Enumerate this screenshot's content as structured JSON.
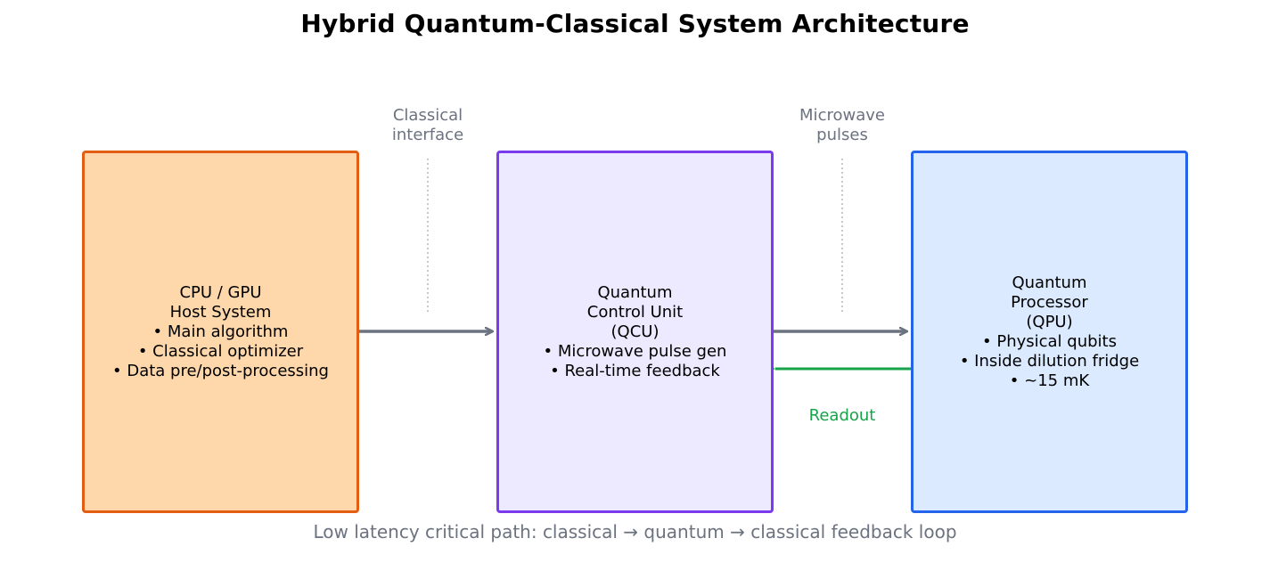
{
  "title": "Hybrid Quantum-Classical System Architecture",
  "colors": {
    "host_border": "#e35d12",
    "host_fill": "#fed7aa",
    "qcu_border": "#7c3aed",
    "qcu_fill": "#ede9fe",
    "qpu_border": "#2563eb",
    "qpu_fill": "#dbeafe",
    "arrow_gray": "#6b7280",
    "readout_green": "#16a34a"
  },
  "boxes": {
    "host": [
      "CPU / GPU",
      "Host System",
      "• Main algorithm",
      "• Classical optimizer",
      "• Data pre/post-processing"
    ],
    "qcu": [
      "Quantum",
      "Control Unit",
      "(QCU)",
      "• Microwave pulse gen",
      "• Real-time feedback"
    ],
    "qpu": [
      "Quantum",
      "Processor",
      "(QPU)",
      "• Physical qubits",
      "• Inside dilution fridge",
      "• ~15 mK"
    ]
  },
  "links": {
    "classical_interface": [
      "Classical",
      "interface"
    ],
    "microwave_pulses": [
      "Microwave",
      "pulses"
    ],
    "readout": "Readout"
  },
  "footer": "Low latency critical path: classical → quantum → classical feedback loop"
}
